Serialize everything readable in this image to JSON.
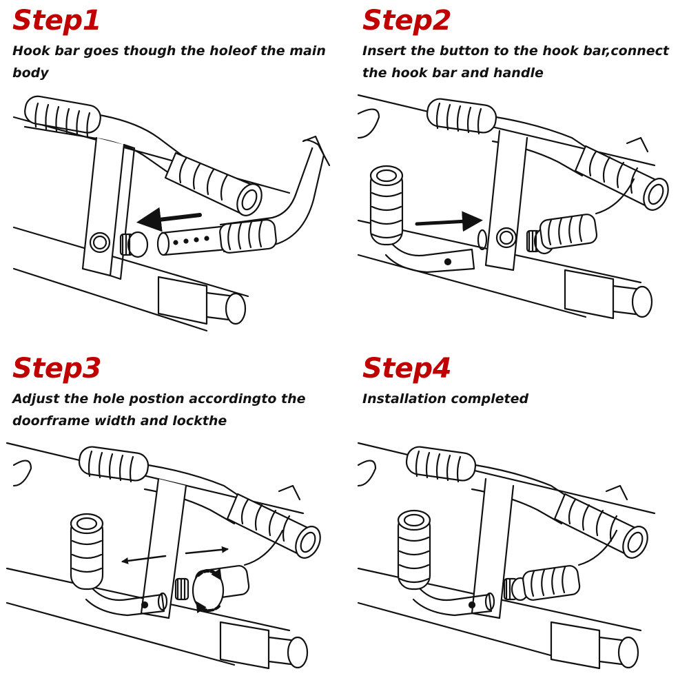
{
  "steps": [
    {
      "title": "Step1",
      "description": "Hook bar goes though the holeof the main body"
    },
    {
      "title": "Step2",
      "description": "Insert the button to the hook bar,connect the hook bar and handle"
    },
    {
      "title": "Step3",
      "description": "Adjust the hole postion accordingto the doorframe width and lockthe"
    },
    {
      "title": "Step4",
      "description": "Installation completed"
    }
  ],
  "colors": {
    "title": "#c00000",
    "text": "#111111",
    "line": "#111111",
    "background": "#ffffff"
  },
  "icons": [
    "arrow-left-icon",
    "arrow-right-icon",
    "rotate-lock-icon"
  ]
}
